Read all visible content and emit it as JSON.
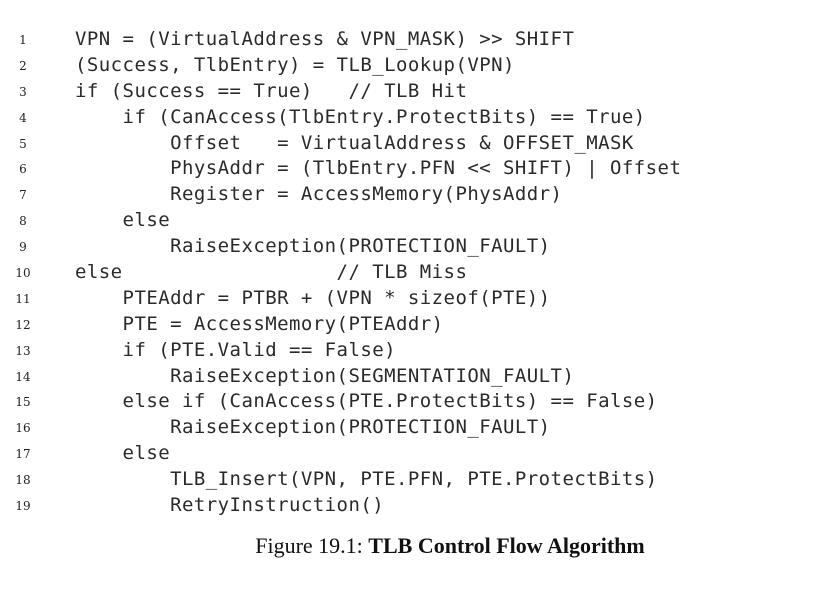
{
  "listing": {
    "lines": [
      {
        "number": "1",
        "code": "VPN = (VirtualAddress & VPN_MASK) >> SHIFT"
      },
      {
        "number": "2",
        "code": "(Success, TlbEntry) = TLB_Lookup(VPN)"
      },
      {
        "number": "3",
        "code": "if (Success == True)   // TLB Hit"
      },
      {
        "number": "4",
        "code": "    if (CanAccess(TlbEntry.ProtectBits) == True)"
      },
      {
        "number": "5",
        "code": "        Offset   = VirtualAddress & OFFSET_MASK"
      },
      {
        "number": "6",
        "code": "        PhysAddr = (TlbEntry.PFN << SHIFT) | Offset"
      },
      {
        "number": "7",
        "code": "        Register = AccessMemory(PhysAddr)"
      },
      {
        "number": "8",
        "code": "    else"
      },
      {
        "number": "9",
        "code": "        RaiseException(PROTECTION_FAULT)"
      },
      {
        "number": "10",
        "code": "else                  // TLB Miss"
      },
      {
        "number": "11",
        "code": "    PTEAddr = PTBR + (VPN * sizeof(PTE))"
      },
      {
        "number": "12",
        "code": "    PTE = AccessMemory(PTEAddr)"
      },
      {
        "number": "13",
        "code": "    if (PTE.Valid == False)"
      },
      {
        "number": "14",
        "code": "        RaiseException(SEGMENTATION_FAULT)"
      },
      {
        "number": "15",
        "code": "    else if (CanAccess(PTE.ProtectBits) == False)"
      },
      {
        "number": "16",
        "code": "        RaiseException(PROTECTION_FAULT)"
      },
      {
        "number": "17",
        "code": "    else"
      },
      {
        "number": "18",
        "code": "        TLB_Insert(VPN, PTE.PFN, PTE.ProtectBits)"
      },
      {
        "number": "19",
        "code": "        RetryInstruction()"
      }
    ]
  },
  "caption": {
    "prefix": "Figure 19.1: ",
    "title": "TLB Control Flow Algorithm"
  }
}
